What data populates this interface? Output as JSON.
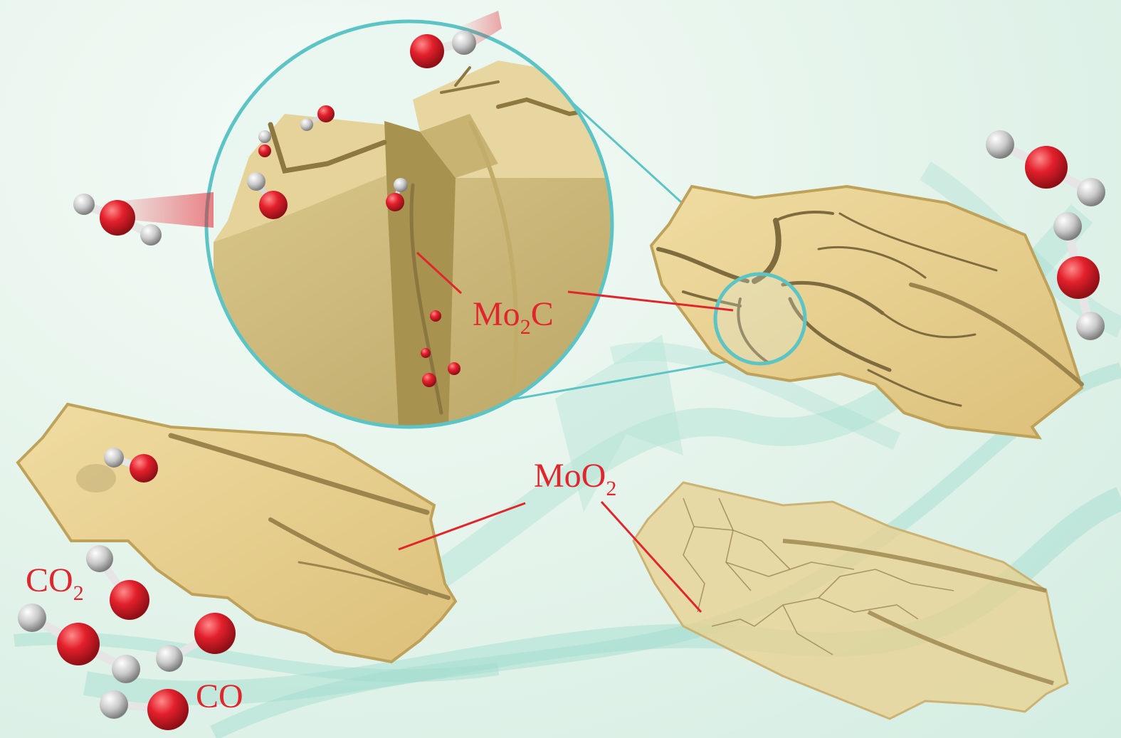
{
  "labels": {
    "mo2c": {
      "main": "Mo",
      "sub": "2",
      "tail": "C"
    },
    "moo2": {
      "main": "MoO",
      "sub": "2"
    },
    "co2": {
      "main": "CO",
      "sub": "2"
    },
    "co": {
      "main": "CO"
    }
  },
  "colors": {
    "label_red": "#e0262c",
    "flake_fill": "#e8d08e",
    "flake_edge": "#bfa25a",
    "crack": "#7e6b3e",
    "magnifier_ring": "#5cc4c4",
    "oxygen": "#e3202c",
    "hydrogen": "#c9c9c9",
    "background": "#e3f3ea"
  }
}
